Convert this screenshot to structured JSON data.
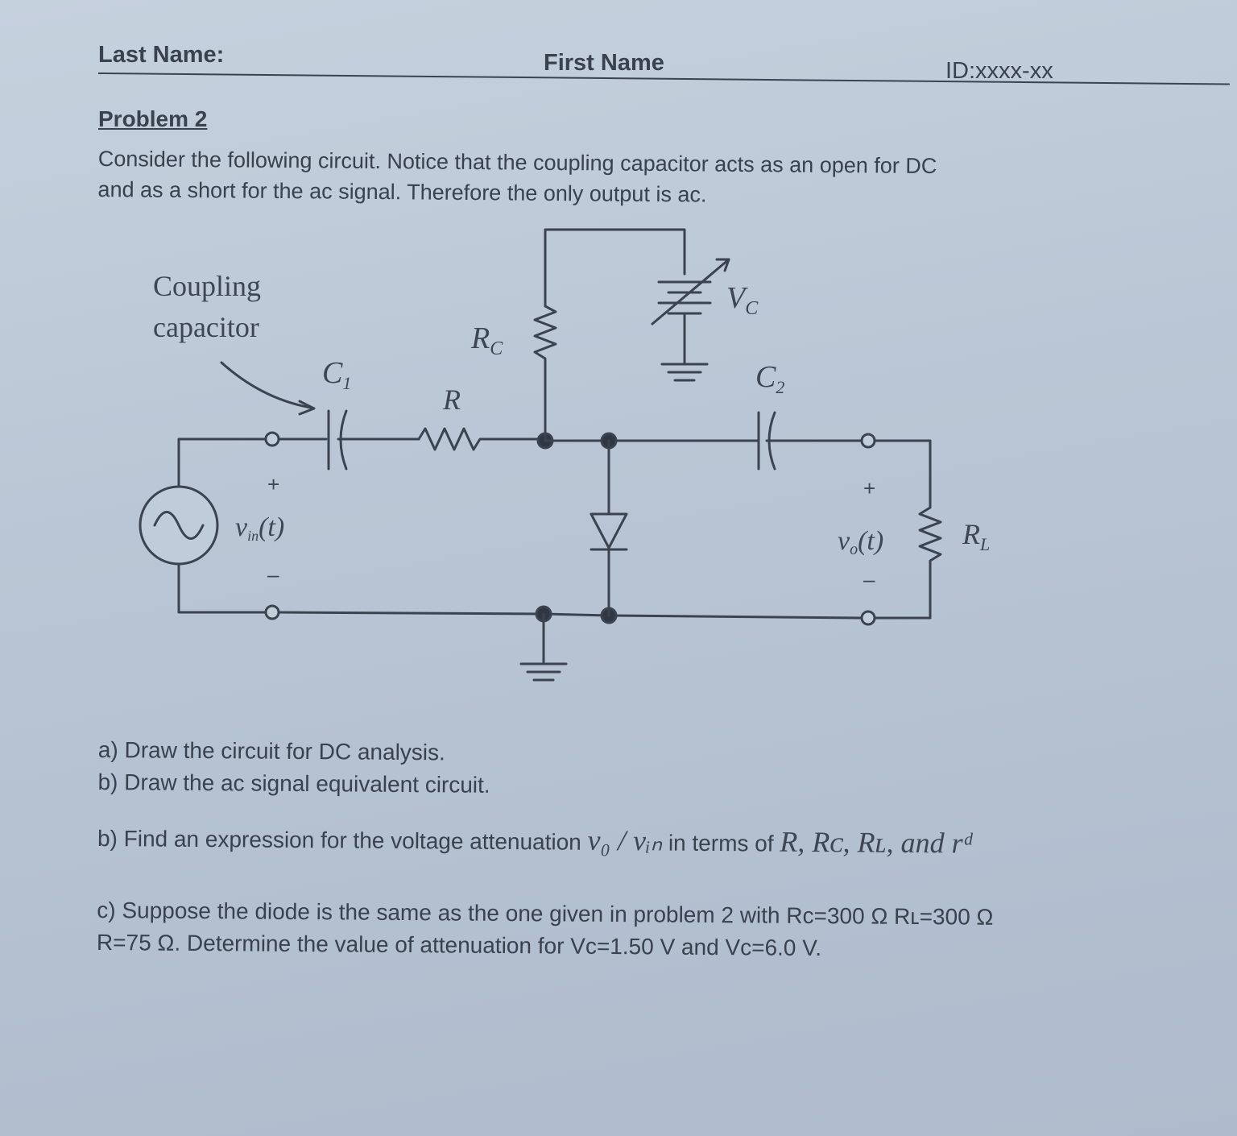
{
  "header": {
    "last_name_label": "Last Name:",
    "first_name_label": "First Name",
    "id_label": "ID:xxxx-xx"
  },
  "problem": {
    "title": "Problem 2",
    "intro_line1": "Consider the following circuit.  Notice that the coupling capacitor acts as an open for DC",
    "intro_line2": "and as a short for the ac signal.  Therefore the only output is ac."
  },
  "circuit": {
    "coupling_label_line1": "Coupling",
    "coupling_label_line2": "capacitor",
    "c1": "C",
    "c1_sub": "1",
    "r": "R",
    "rc": "R",
    "rc_sub": "C",
    "vc": "V",
    "vc_sub": "C",
    "c2": "C",
    "c2_sub": "2",
    "vin": "v",
    "vin_sub": "in",
    "vin_arg": "(t)",
    "vo": "v",
    "vo_sub": "o",
    "vo_arg": "(t)",
    "rl": "R",
    "rl_sub": "L",
    "plus": "+",
    "minus": "–"
  },
  "questions": {
    "a": "a)  Draw the circuit for DC analysis.",
    "b1": "b)  Draw the ac signal equivalent circuit.",
    "b2_prefix": "b) Find an expression for the voltage attenuation ",
    "b2_expr": "v₀ / vᵢₙ",
    "b2_mid": " in terms of ",
    "b2_vars": "R, Rᴄ, Rʟ, and rᵈ",
    "c_line1": "c) Suppose the diode is the same as the one given in problem 2 with Rᴄ=300 Ω Rʟ=300 Ω",
    "c_line2": "R=75 Ω. Determine the value of attenuation for Vᴄ=1.50 V and Vᴄ=6.0 V."
  }
}
